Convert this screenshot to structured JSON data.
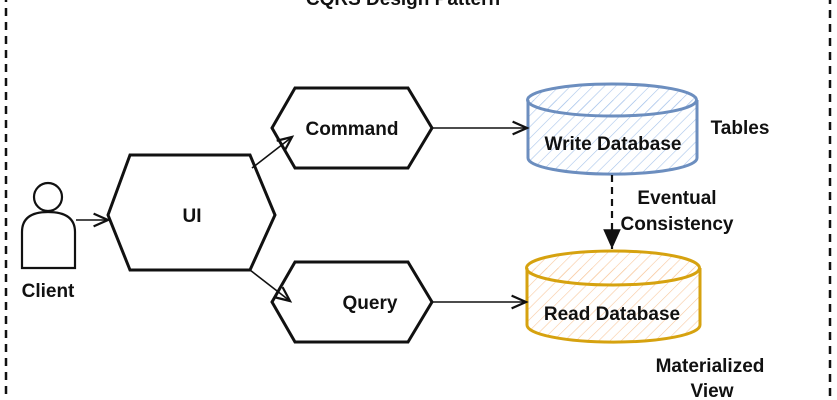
{
  "title": "CQRS Design Pattern",
  "nodes": {
    "client": "Client",
    "ui": "UI",
    "command": "Command",
    "query": "Query",
    "write_db": "Write Database",
    "read_db": "Read Database"
  },
  "annotations": {
    "tables": "Tables",
    "eventual_line1": "Eventual",
    "eventual_line2": "Consistency",
    "materialized_line1": "Materialized",
    "materialized_line2": "View"
  },
  "colors": {
    "write_db": "#6c8ebf",
    "write_hatch": "#a9c4eb",
    "read_db": "#d6a20f",
    "read_hatch": "#f8c9a0",
    "stroke": "#111111"
  }
}
